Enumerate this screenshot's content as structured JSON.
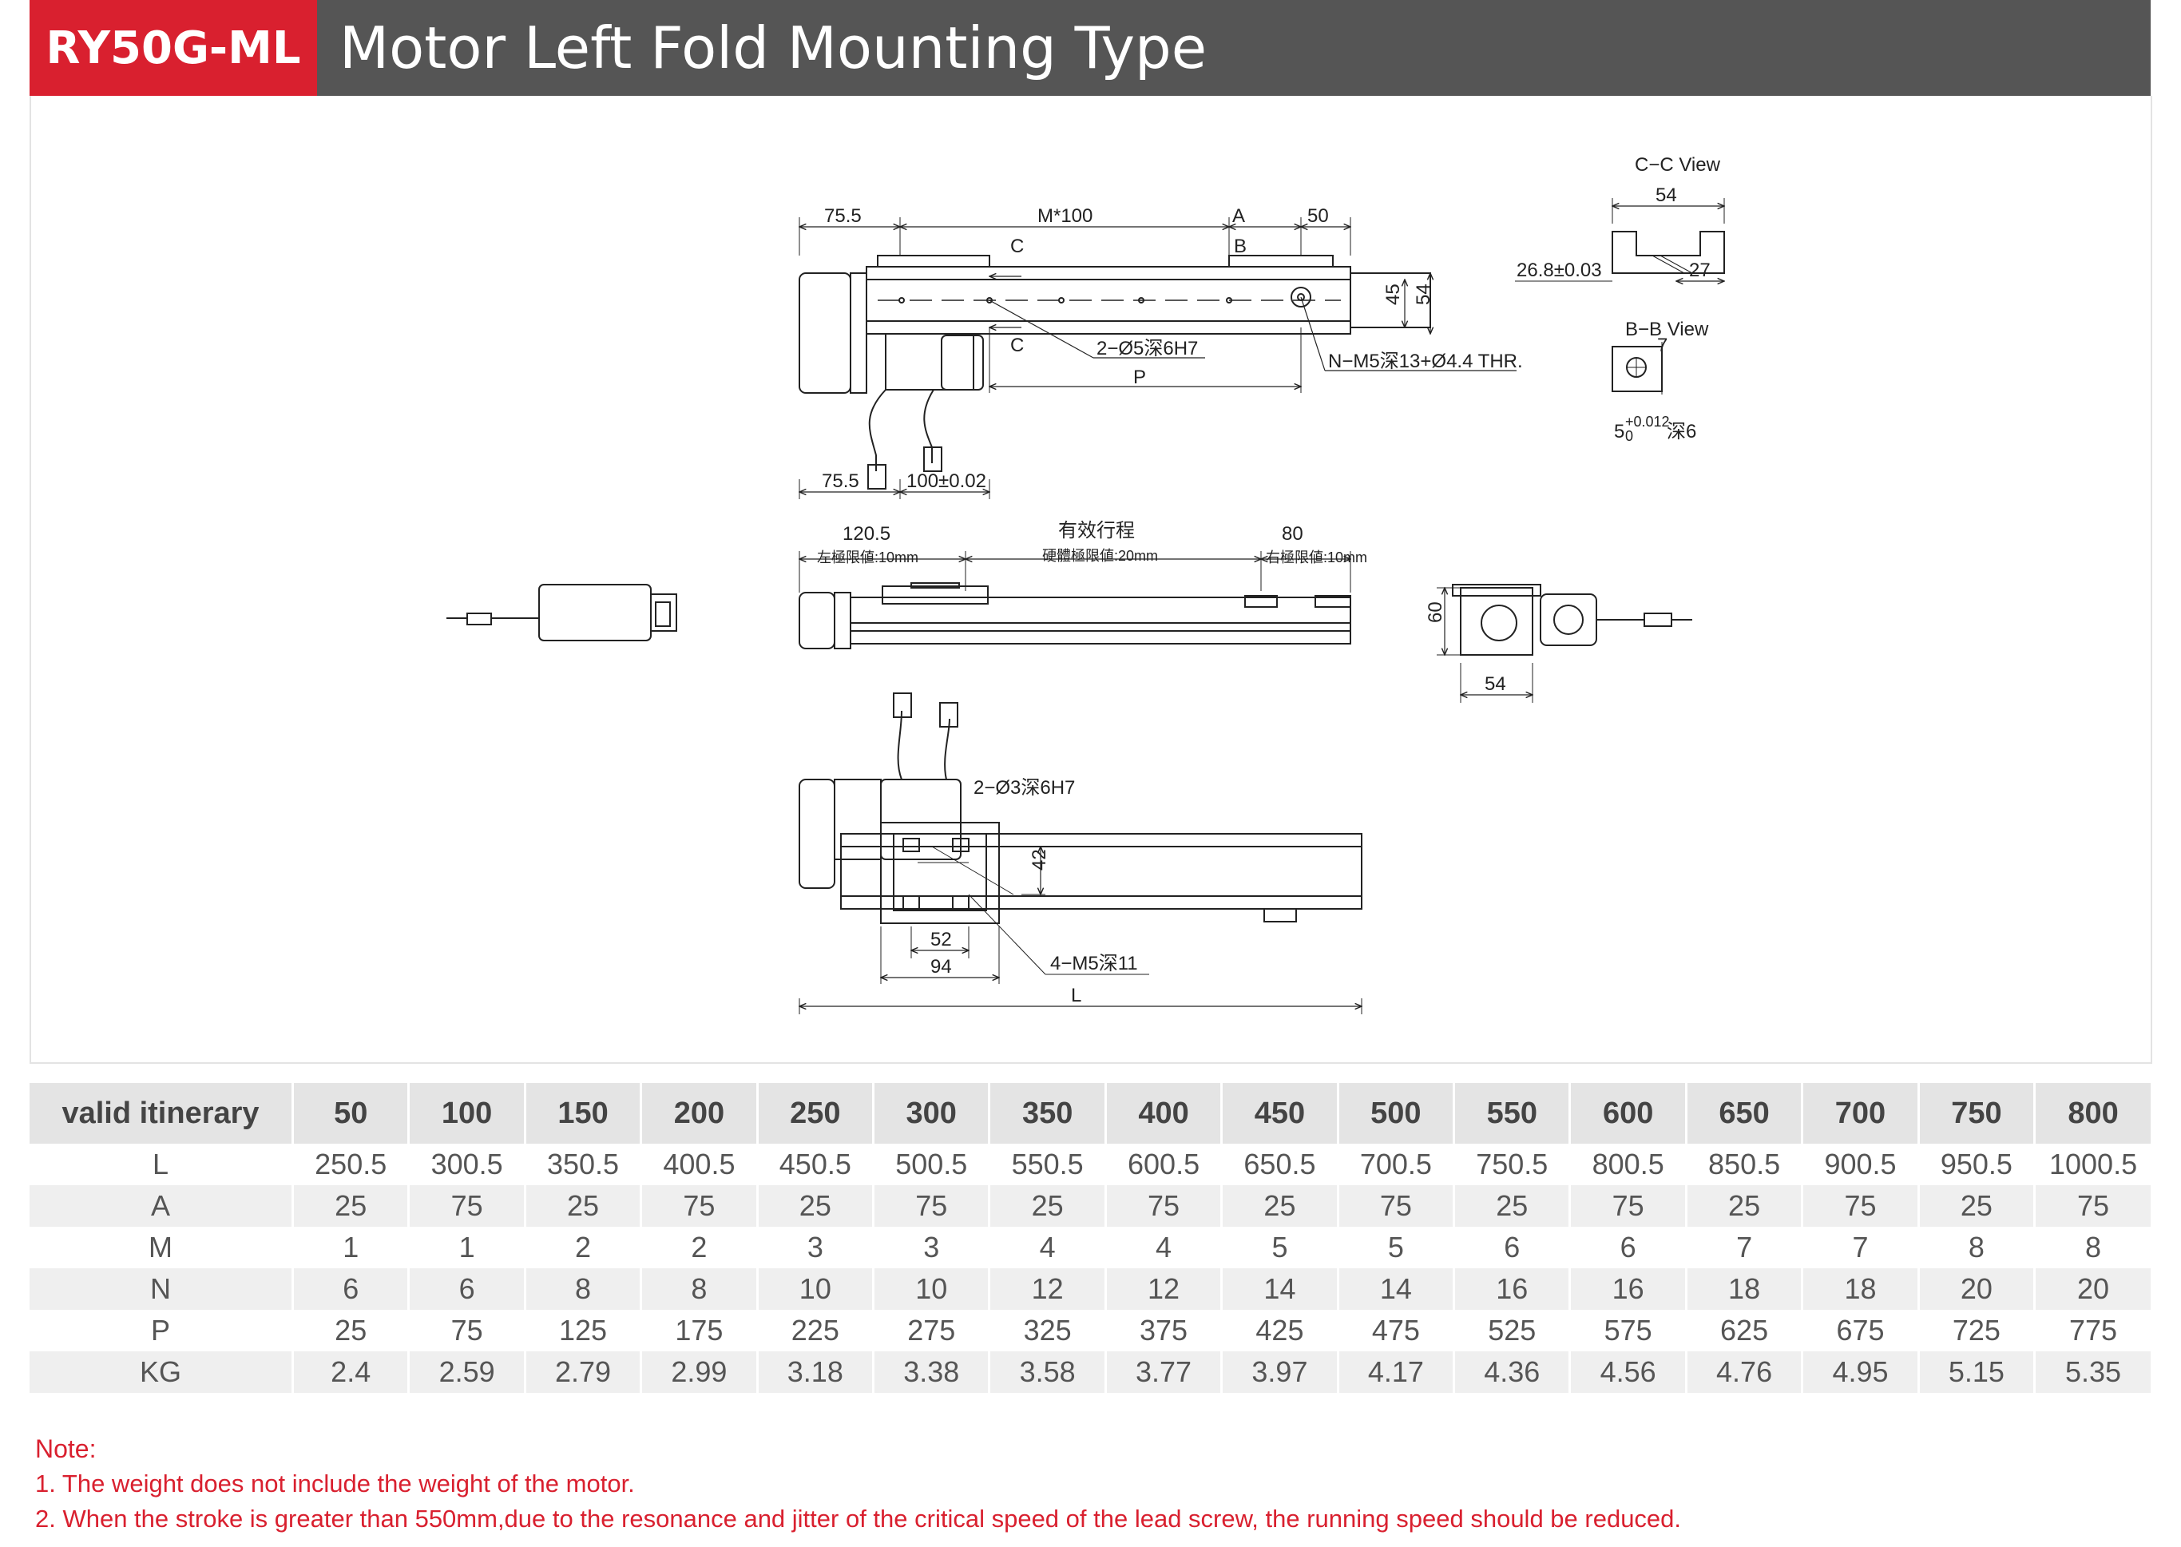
{
  "header": {
    "model": "RY50G-ML",
    "title": "Motor Left Fold Mounting Type"
  },
  "drawing": {
    "top_view": {
      "dim_left": "75.5",
      "dim_m": "M*100",
      "dim_a": "A",
      "dim_50": "50",
      "sec_c": "C",
      "sec_b": "B",
      "sec_c2": "C",
      "dim_45": "45",
      "dim_54": "54",
      "hole_note": "2−Ø5深6H7",
      "thread_note": "N−M5深13+Ø4.4 THR.",
      "dim_p": "P",
      "dim_bottom_left": "75.5",
      "dim_bottom_pitch": "100±0.02"
    },
    "cc_view": {
      "title": "C−C View",
      "dim_54": "54",
      "dim_height": "26.8±0.03",
      "dim_27": "27"
    },
    "bb_view": {
      "title": "B−B View",
      "dim_7": "7",
      "dim_hole": "5",
      "tol": "+0.012",
      "tol_lo": "0",
      "depth": "深6"
    },
    "side_view": {
      "dim_left": "120.5",
      "dim_stroke": "有效行程",
      "dim_right": "80",
      "left_limit": "左極限値:10mm",
      "hard_limit": "硬體極限値:20mm",
      "right_limit": "右極限値:10mm"
    },
    "end_view": {
      "dim_60": "60",
      "dim_54": "54"
    },
    "bottom_view": {
      "hole_note": "2−Ø3深6H7",
      "dim_42": "42",
      "dim_52": "52",
      "dim_94": "94",
      "screw_note": "4−M5深11",
      "dim_l": "L"
    }
  },
  "table": {
    "header_label": "valid itinerary",
    "strokes": [
      "50",
      "100",
      "150",
      "200",
      "250",
      "300",
      "350",
      "400",
      "450",
      "500",
      "550",
      "600",
      "650",
      "700",
      "750",
      "800"
    ],
    "rows": [
      {
        "label": "L",
        "values": [
          "250.5",
          "300.5",
          "350.5",
          "400.5",
          "450.5",
          "500.5",
          "550.5",
          "600.5",
          "650.5",
          "700.5",
          "750.5",
          "800.5",
          "850.5",
          "900.5",
          "950.5",
          "1000.5"
        ]
      },
      {
        "label": "A",
        "values": [
          "25",
          "75",
          "25",
          "75",
          "25",
          "75",
          "25",
          "75",
          "25",
          "75",
          "25",
          "75",
          "25",
          "75",
          "25",
          "75"
        ]
      },
      {
        "label": "M",
        "values": [
          "1",
          "1",
          "2",
          "2",
          "3",
          "3",
          "4",
          "4",
          "5",
          "5",
          "6",
          "6",
          "7",
          "7",
          "8",
          "8"
        ]
      },
      {
        "label": "N",
        "values": [
          "6",
          "6",
          "8",
          "8",
          "10",
          "10",
          "12",
          "12",
          "14",
          "14",
          "16",
          "16",
          "18",
          "18",
          "20",
          "20"
        ]
      },
      {
        "label": "P",
        "values": [
          "25",
          "75",
          "125",
          "175",
          "225",
          "275",
          "325",
          "375",
          "425",
          "475",
          "525",
          "575",
          "625",
          "675",
          "725",
          "775"
        ]
      },
      {
        "label": "KG",
        "values": [
          "2.4",
          "2.59",
          "2.79",
          "2.99",
          "3.18",
          "3.38",
          "3.58",
          "3.77",
          "3.97",
          "4.17",
          "4.36",
          "4.56",
          "4.76",
          "4.95",
          "5.15",
          "5.35"
        ]
      }
    ]
  },
  "notes": {
    "title": "Note:",
    "lines": [
      "1.  The weight does not include the weight of the motor.",
      "2. When the stroke is greater than 550mm,due to the resonance and jitter of the critical speed of the lead screw, the running speed should be reduced."
    ]
  },
  "colors": {
    "accent_red": "#d9202f",
    "header_gray": "#555555",
    "table_header_bg": "#e4e4e4",
    "table_stripe": "#efefef"
  }
}
